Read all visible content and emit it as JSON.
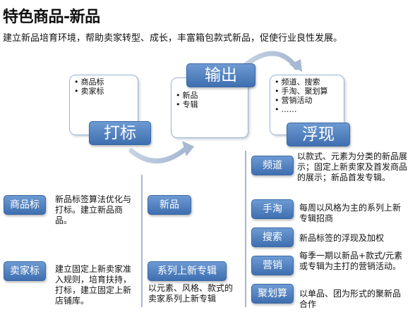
{
  "title": "特色商品-新品",
  "subtitle": "建立新品培育环境，帮助卖家转型、成长，丰富箱包款式新品，促使行业良性发展。",
  "flow": {
    "mark": {
      "label": "打标",
      "items": [
        "商品标",
        "卖家标"
      ]
    },
    "output": {
      "label": "输出",
      "items": [
        "新品",
        "专辑"
      ]
    },
    "float": {
      "label": "浮现",
      "items": [
        "频道、搜索",
        "手淘、聚划算",
        "营销活动",
        "……"
      ]
    }
  },
  "left_rows": [
    {
      "label": "商品标",
      "desc": "新品标签算法优化与打标。建立新品商品。"
    },
    {
      "label": "卖家标",
      "desc": "建立固定上新卖家准入规则，培育扶持，打标，建立固定上新店铺库。"
    }
  ],
  "mid_rows": [
    {
      "label": "新品",
      "desc": ""
    },
    {
      "label": "系列上新专辑",
      "desc": "以元素、风格、款式的卖家系列上新专辑"
    }
  ],
  "right_rows": [
    {
      "label": "频道",
      "desc": "以款式、元素为分类的新品展示；固定上新卖家及首发商品的展示；新品首发专辑。"
    },
    {
      "label": "手淘",
      "desc": "每周以风格为主的系列上新专辑招商"
    },
    {
      "label": "搜索",
      "desc": "新品标签的浮现及加权"
    },
    {
      "label": "营销",
      "desc": "每季一期以新品+款式/元素或专辑为主打的营销活动。"
    },
    {
      "label": "聚划算",
      "desc": "以单品、团为形式的聚新品合作"
    }
  ]
}
